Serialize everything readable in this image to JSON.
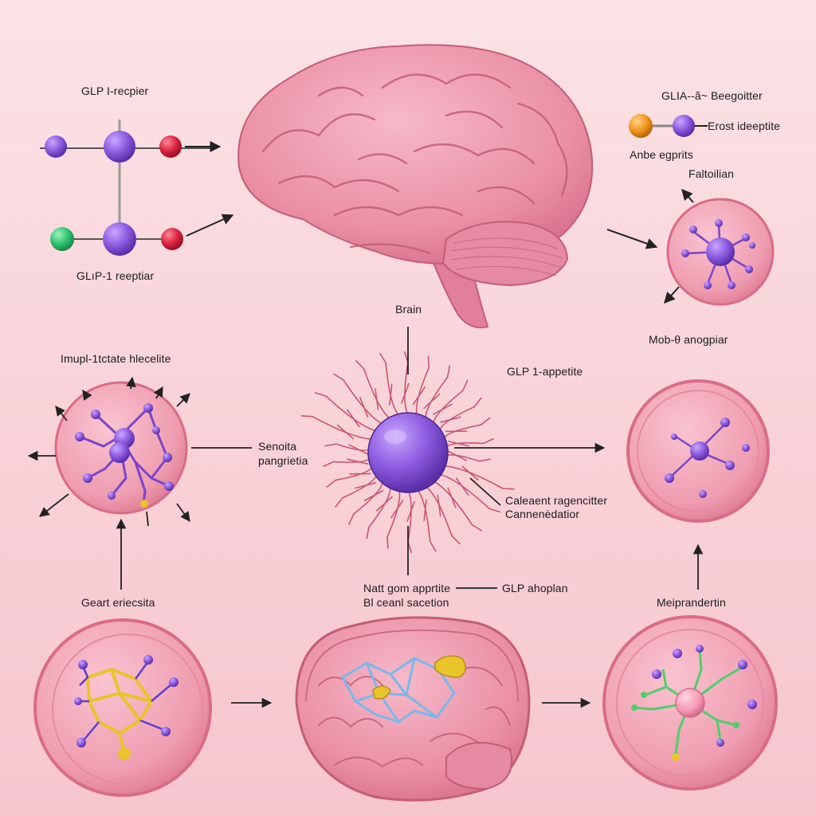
{
  "labels": {
    "glp_receptor_top": "GLP I-recpier",
    "glp_receptor_bottom": "GLıP-1 reeptiar",
    "glp_beegoitter": "GLIA--ã~ Beegoitter",
    "erost_ideeptite": "Erost ideeptite",
    "anbe_egpits": "Anbe egprits",
    "faltoilian": "Faltoilian",
    "brain": "Brain",
    "mob_anogpiar": "Mob-θ anogpiar",
    "impl_hlecelite": "Imupl-1tctate hlecelite",
    "glp_appetite": "GLP 1-appetite",
    "senoita": "Senoita",
    "pangrietia": "pangrietia",
    "caleaent": "Caleaent ragencitter",
    "cannenedatior": "Cannenėdatior",
    "gaert_eriecita": "Geart eriecsita",
    "natt_gom": "Natt gom apprtite",
    "bi_ceani": "Bl ceanl sacetion",
    "glp_ahoplan": "GLP ahoplan",
    "meiprandertin": "Meiprandertin"
  },
  "colors": {
    "background_top": "#fbe3e6",
    "brain_pink": "#ea8fa6",
    "brain_outline": "#c45d78",
    "cell_fill": "#ef9cb0",
    "cell_ring": "#d96c88",
    "atom_purple": "#7a45c9",
    "atom_red": "#d9223e",
    "atom_green": "#2ebf6e",
    "atom_orange": "#f2951c",
    "nucleus_purple": "#8d5ce0",
    "bond_gray": "#9a9a9a",
    "network_yellow": "#e9c42a",
    "network_blue": "#7ab8ea",
    "network_green": "#4fcf6a",
    "arrow": "#222222"
  },
  "icons": [
    "brain-icon",
    "neuron-icon",
    "molecule-icon",
    "cell-icon",
    "arrow-icon"
  ]
}
